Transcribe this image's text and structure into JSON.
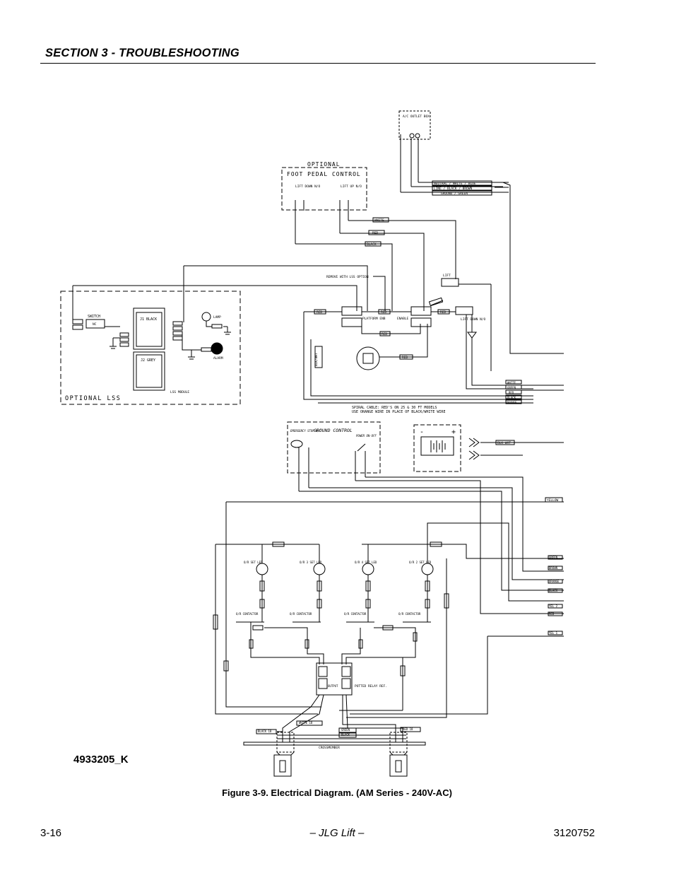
{
  "header": {
    "section_title": "SECTION 3 - TROUBLESHOOTING"
  },
  "diagram": {
    "doc_id": "4933205_K",
    "foot_pedal": {
      "optional": "OPTIONAL",
      "title": "FOOT PEDAL CONTROL",
      "sw1": "LIFT DOWN N/O",
      "sw2": "LIFT UP N/O"
    },
    "outlet": "A/C OUTLET BOX",
    "wires_top": [
      "NEUTRAL / WHITE / BLUE",
      "LINE / BLACK / BROWN",
      "GROUND / GREEN"
    ],
    "pedal_wires": [
      "WHITE",
      "RED",
      "BLACK"
    ],
    "lss": {
      "label": "OPTIONAL LSS",
      "switch": "SWITCH",
      "nc": "NC",
      "j1": "J1 BLACK",
      "j2": "J2 GREY",
      "module": "LSS MODULE",
      "lamp": "LAMP",
      "alarm": "ALARM"
    },
    "remove_note": "REMOVE WITH LSS OPTION",
    "relays": {
      "lift": "LIFT",
      "lift_down": "LIFT DOWN N/O",
      "platform": "PLATFORM ENB",
      "enable": "ENABLE"
    },
    "mid_wires": [
      "RED",
      "RED",
      "RED",
      "RED",
      "RED",
      "BLK/WHT"
    ],
    "spiral_bundle": [
      "WHITE",
      "GREEN",
      "RED",
      "BLACK",
      "ORANGE"
    ],
    "spiral_note": [
      "SPIRAL CABLE: RED'S ON 25 & 30 FT MODELS",
      "USE ORANGE WIRE IN PLACE OF BLACK/WHITE WIRE"
    ],
    "ground_control": {
      "title": "GROUND CONTROL",
      "estop": "EMERGENCY STOP N/C",
      "power": "POWER ON-OFF"
    },
    "battery": {
      "minus": "-",
      "plus": "+",
      "wire": "BLK WHT"
    },
    "right_wires": [
      "YELLOW",
      "GREEN",
      "BROWN",
      "ORANGE",
      "BLACK",
      "YEL 2",
      "RED",
      "YEL 1"
    ],
    "leds": [
      "O/R SET LED",
      "O/R 3 SET LED",
      "O/R 4 SET LED",
      "O/R 2 SET LED"
    ],
    "contactors": [
      "O/R CONTACTOR",
      "O/R CONTACTOR",
      "O/R CONTACTOR",
      "O/R CONTACTOR"
    ],
    "potted_relay": "POTTED RELAY REF.",
    "output": "OUTPUT",
    "bottom_wires": [
      "BLACK 18",
      "WHITE 18",
      "GREEN",
      "BLACK",
      "RED 18"
    ],
    "crossmember": "CROSSMEMBER"
  },
  "caption": "Figure 3-9.  Electrical Diagram. (AM Series - 240V-AC)",
  "footer": {
    "page": "3-16",
    "center": "– JLG Lift –",
    "doc_number": "3120752"
  }
}
